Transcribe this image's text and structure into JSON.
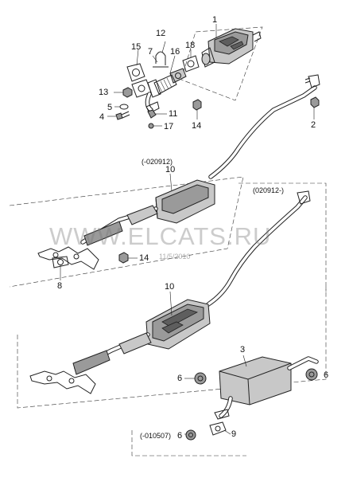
{
  "watermark": "WWW.ELCATS.RU",
  "watermark_date": "11/5/2010",
  "date_notes": {
    "before_020912": "(-020912)",
    "after_020912": "(020912-)",
    "before_010507": "(-010507)"
  },
  "callouts": {
    "c1": "1",
    "c2": "2",
    "c3": "3",
    "c4": "4",
    "c5": "5",
    "c6a": "6",
    "c6b": "6",
    "c6c": "6",
    "c7": "7",
    "c8": "8",
    "c9": "9",
    "c10a": "10",
    "c10b": "10",
    "c11": "11",
    "c12": "12",
    "c13": "13",
    "c14a": "14",
    "c14b": "14",
    "c15": "15",
    "c16": "16",
    "c17": "17",
    "c18": "18"
  },
  "colors": {
    "line": "#222222",
    "body_shade": "#9a9a9a",
    "watermark": "#787878"
  }
}
